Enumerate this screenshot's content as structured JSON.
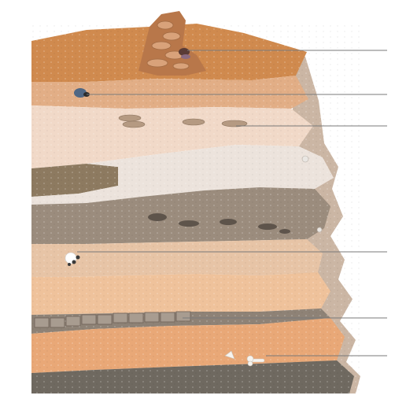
{
  "diagram": {
    "background": "#ffffff",
    "leader_color": "#7a7a7a",
    "layers": [
      {
        "name": "topsoil-orange",
        "color": "#d08a4e"
      },
      {
        "name": "sandy-loam",
        "color": "#e2ae86"
      },
      {
        "name": "pale-silt",
        "color": "#f1d9c8"
      },
      {
        "name": "light-gravel",
        "color": "#ece3dc"
      },
      {
        "name": "brown-gravel",
        "color": "#8d7a60"
      },
      {
        "name": "grey-clay",
        "color": "#9b8c7d"
      },
      {
        "name": "tan-sand",
        "color": "#e7c4a6"
      },
      {
        "name": "peach-sand",
        "color": "#efc29b"
      },
      {
        "name": "stone-floor",
        "color": "#8e8276"
      },
      {
        "name": "orange-sand",
        "color": "#e9a877"
      },
      {
        "name": "dark-gravel",
        "color": "#6f6960"
      }
    ],
    "callouts": [
      {
        "name": "callout-1"
      },
      {
        "name": "callout-2"
      },
      {
        "name": "callout-3"
      },
      {
        "name": "callout-4"
      },
      {
        "name": "callout-5"
      },
      {
        "name": "callout-6"
      }
    ]
  }
}
